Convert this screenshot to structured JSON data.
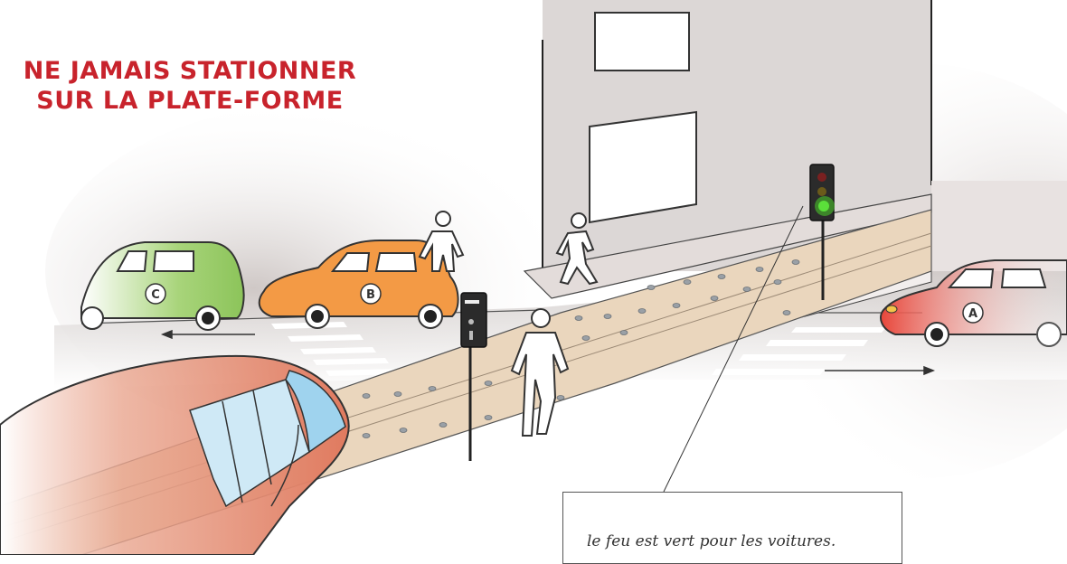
{
  "title": {
    "line1": "NE JAMAIS STATIONNER",
    "line2": "SUR LA PLATE-FORME"
  },
  "caption": "le feu est vert pour les voitures.",
  "cars": {
    "a": {
      "label": "A",
      "color": "#e8463a"
    },
    "b": {
      "label": "B",
      "color": "#f39a45"
    },
    "c": {
      "label": "C",
      "color": "#8cc45a"
    }
  },
  "colors": {
    "title": "#c8232c",
    "traffic_light_green": "#4dd12a",
    "tram_track_bed": "#ead6bd",
    "tram_body": "#e07a5f",
    "tram_window": "#9fd3ee"
  },
  "icons": [
    "traffic-light-icon",
    "tram-signal-icon",
    "pedestrian-icon",
    "car-icon",
    "tram-icon",
    "direction-arrow-icon"
  ]
}
